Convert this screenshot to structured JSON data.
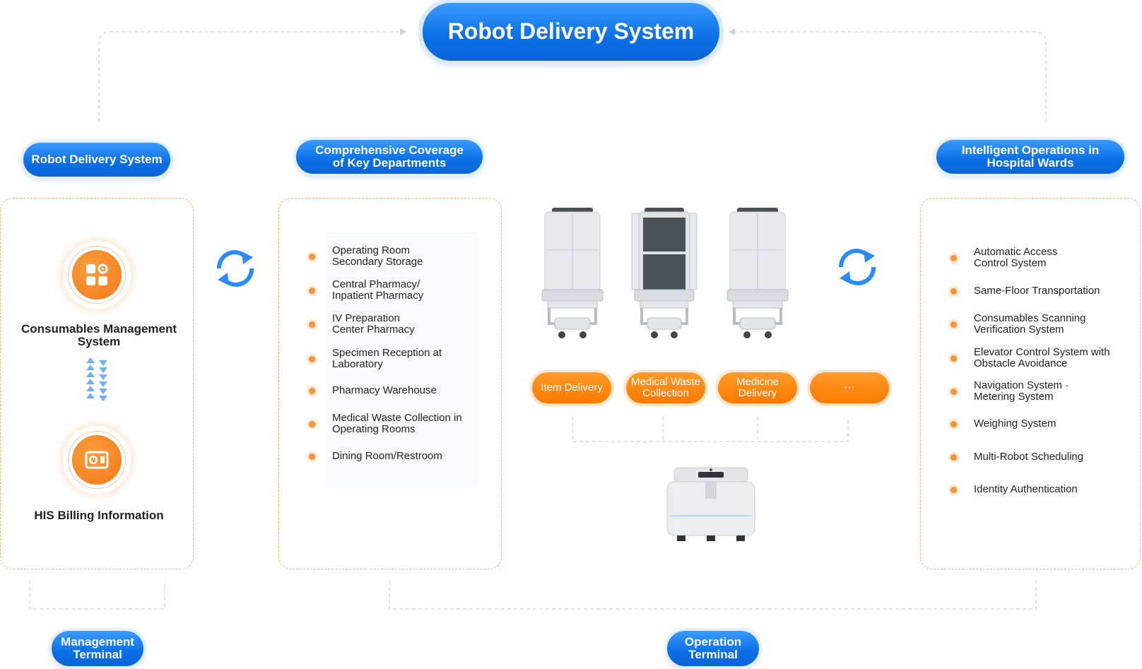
{
  "header": {
    "title": "Robot Delivery System"
  },
  "columns": {
    "left_title": "Robot Delivery System",
    "middle_title": "Comprehensive Coverage of Key Departments",
    "right_title": "Intelligent Operations in Hospital Wards"
  },
  "left_panel": {
    "top_label": "Consumables Management System",
    "bottom_label": "HIS Billing Information",
    "top_icon": "apps-gear-icon",
    "bottom_icon": "yuan-billing-icon"
  },
  "departments": [
    "Operating Room\nSecondary Storage",
    "Central Pharmacy/\nInpatient Pharmacy",
    "IV Preparation\nCenter Pharmacy",
    "Specimen Reception at\nLaboratory",
    "Pharmacy Warehouse",
    "Medical Waste Collection in\nOperating Rooms",
    "Dining Room/Restroom"
  ],
  "services": [
    "Item Delivery",
    "Medical Waste\nCollection",
    "Medicine\nDelivery",
    "···"
  ],
  "operations": [
    "Automatic Access\nControl System",
    "Same-Floor Transportation",
    "Consumables Scanning\nVerification System",
    "Elevator Control System with\nObstacle Avoidance",
    "Navigation System ·\nMetering System",
    "Weighing System",
    "Multi-Robot Scheduling",
    "Identity Authentication"
  ],
  "footer": {
    "management": "Management Terminal",
    "operation": "Operation Terminal"
  },
  "colors": {
    "blue": "#0a6fe6",
    "orange": "#ff7a00",
    "dot": "#f3943a"
  }
}
